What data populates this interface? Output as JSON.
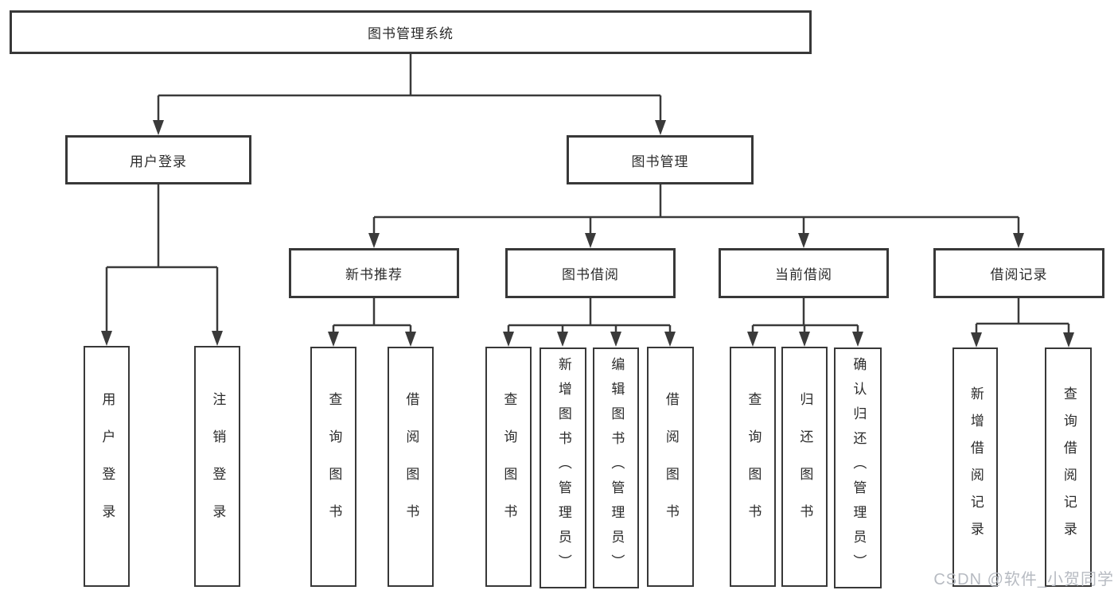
{
  "diagram_title": "图书管理系统",
  "colors": {
    "background": "#ffffff",
    "line": "#3a3a3a",
    "box_border": "#383838",
    "box_fill": "#ffffff",
    "label_text": "#2b2b2b",
    "watermark_text": "#b7bbc2"
  },
  "tree": {
    "label": "图书管理系统",
    "children": [
      {
        "label": "用户登录",
        "children": [
          {
            "label": "用户登录"
          },
          {
            "label": "注销登录"
          }
        ]
      },
      {
        "label": "图书管理",
        "children": [
          {
            "label": "新书推荐",
            "children": [
              {
                "label": "查询图书"
              },
              {
                "label": "借阅图书"
              }
            ]
          },
          {
            "label": "图书借阅",
            "children": [
              {
                "label": "查询图书"
              },
              {
                "label": "新增图书（管理员）"
              },
              {
                "label": "编辑图书（管理员）"
              },
              {
                "label": "借阅图书"
              }
            ]
          },
          {
            "label": "当前借阅",
            "children": [
              {
                "label": "查询图书"
              },
              {
                "label": "归还图书"
              },
              {
                "label": "确认归还（管理员）"
              }
            ]
          },
          {
            "label": "借阅记录",
            "children": [
              {
                "label": "新增借阅记录"
              },
              {
                "label": "查询借阅记录"
              }
            ]
          }
        ]
      }
    ]
  },
  "watermark": {
    "text": "CSDN @软件_小贺同学"
  }
}
